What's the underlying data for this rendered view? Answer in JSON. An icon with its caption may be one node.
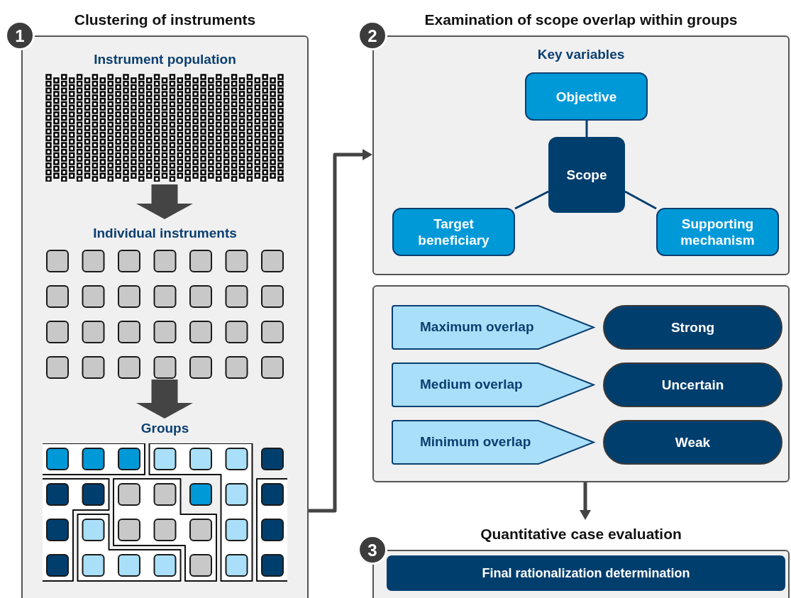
{
  "diagram": {
    "nodes": [
      {
        "text": [
          "Clustering of instruments"
        ]
      },
      {
        "text": [
          "Instrument population"
        ],
        "in": 0
      },
      {
        "text": [
          "Individual instruments"
        ],
        "in": 0
      },
      {
        "text": [
          "Groups"
        ],
        "in": 0
      },
      {
        "text": [
          "Examination of scope overlap within groups",
          "Key variables"
        ]
      },
      {
        "text": [
          "Objective"
        ],
        "in": 4
      },
      {
        "text": [
          "Scope"
        ],
        "in": 4
      },
      {
        "text": [
          "Target beneficiary"
        ],
        "in": 4
      },
      {
        "text": [
          "Supporting mechanism"
        ],
        "in": 4
      },
      {
        "text": [],
        "shape": "box"
      },
      {
        "text": [
          "Maximum overlap"
        ],
        "in": 9
      },
      {
        "text": [
          "Strong"
        ],
        "in": 9
      },
      {
        "text": [
          "Medium overlap"
        ],
        "in": 9
      },
      {
        "text": [
          "Uncertain"
        ],
        "in": 9
      },
      {
        "text": [
          "Minimum overlap"
        ],
        "in": 9
      },
      {
        "text": [
          "Weak"
        ],
        "in": 9
      },
      {
        "text": [
          "Quantitative case evaluation"
        ]
      },
      {
        "text": [
          "Final rationalization determination"
        ],
        "in": 16
      }
    ],
    "edges": [
      {
        "from": 1,
        "to": 2,
        "arrow": "to",
        "style": "thick"
      },
      {
        "from": 2,
        "to": 3,
        "arrow": "to",
        "style": "thick"
      },
      {
        "from": 0,
        "to": 4,
        "arrow": "to"
      },
      {
        "from": 6,
        "to": 5,
        "arrow": "none",
        "color": "#003e6e"
      },
      {
        "from": 6,
        "to": 7,
        "arrow": "none",
        "color": "#003e6e"
      },
      {
        "from": 6,
        "to": 8,
        "arrow": "none",
        "color": "#003e6e"
      },
      {
        "from": 9,
        "to": 16,
        "arrow": "to"
      }
    ],
    "labels": [
      "1",
      "2",
      "3"
    ]
  }
}
